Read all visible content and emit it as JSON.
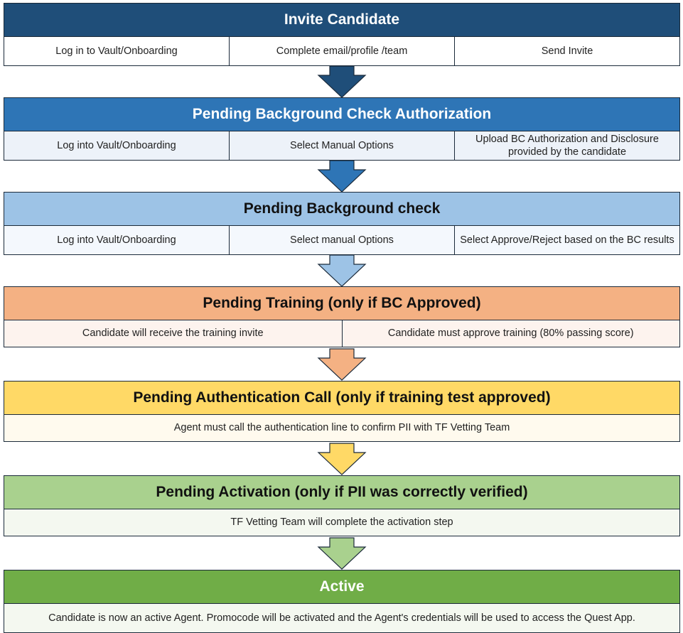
{
  "stages": [
    {
      "title": "Invite Candidate",
      "header_color": "#1f4e79",
      "header_text_color": "#ffffff",
      "row_color": "#ffffff",
      "steps": [
        "Log in to Vault/Onboarding",
        "Complete email/profile /team",
        "Send Invite"
      ]
    },
    {
      "title": "Pending Background Check Authorization",
      "header_color": "#2e75b6",
      "header_text_color": "#ffffff",
      "row_color": "#edf2f9",
      "steps": [
        "Log into Vault/Onboarding",
        "Select Manual Options",
        "Upload BC Authorization and Disclosure provided by the candidate"
      ]
    },
    {
      "title": "Pending Background check",
      "header_color": "#9dc3e6",
      "header_text_color": "#111111",
      "row_color": "#f4f8fd",
      "steps": [
        "Log into Vault/Onboarding",
        "Select manual Options",
        "Select Approve/Reject based on the BC results"
      ]
    },
    {
      "title": "Pending Training (only if BC Approved)",
      "header_color": "#f4b183",
      "header_text_color": "#111111",
      "row_color": "#fdf3ee",
      "steps": [
        "Candidate will receive the training invite",
        "Candidate must approve training (80% passing score)"
      ]
    },
    {
      "title": "Pending Authentication Call (only if training test approved)",
      "header_color": "#ffd966",
      "header_text_color": "#111111",
      "row_color": "#fffaee",
      "steps": [
        "Agent must call the authentication line to confirm PII with TF Vetting Team"
      ]
    },
    {
      "title": "Pending Activation (only if PII was correctly verified)",
      "header_color": "#a9d18e",
      "header_text_color": "#111111",
      "row_color": "#f4f8f0",
      "steps": [
        "TF Vetting Team will complete the activation step"
      ]
    },
    {
      "title": "Active",
      "header_color": "#70ad47",
      "header_text_color": "#ffffff",
      "row_color": "#f4f8f0",
      "steps": [
        "Candidate is now an active Agent. Promocode will be activated and the Agent's credentials will be used to access the Quest App."
      ]
    }
  ],
  "arrow_colors": [
    "#1f4e79",
    "#2e75b6",
    "#9dc3e6",
    "#f4b183",
    "#ffd966",
    "#a9d18e"
  ]
}
